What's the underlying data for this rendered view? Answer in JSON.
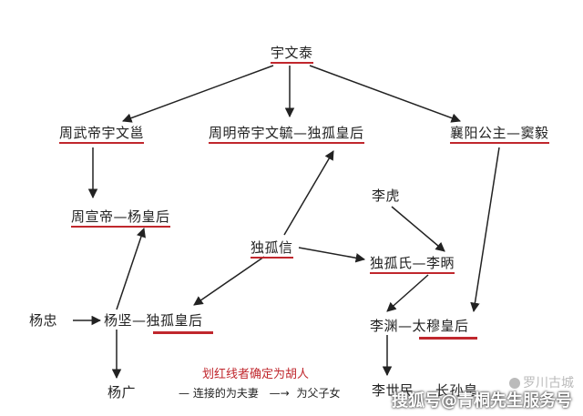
{
  "nodes": {
    "yuwen_tai": "宇文泰",
    "zhou_wudi": "周武帝宇文邕",
    "zhou_mingdi": "周明帝宇文毓—独孤皇后",
    "xiangyang": "襄阳公主—窦毅",
    "zhou_xuandi": "周宣帝—杨皇后",
    "li_hu": "李虎",
    "dugu_xin": "独孤信",
    "dugu_shi": "独孤氏—李昞",
    "yang_zhong": "杨忠",
    "yang_jian": "杨坚—独孤皇后",
    "li_yuan": "李渊—太穆皇后",
    "yang_guang": "杨广",
    "li_shimin": "李世民",
    "changsun": "长孙皇"
  },
  "legend": {
    "title": "划红线者确定为胡人",
    "couple": "— 连接的为夫妻",
    "parent_arrow": "—→",
    "parent": "为父子女"
  },
  "watermarks": {
    "right": "罗川古城",
    "bottom": "搜狐号@青桐先生服务号"
  },
  "colors": {
    "underline": "#c0272d",
    "arrow": "#222222"
  }
}
